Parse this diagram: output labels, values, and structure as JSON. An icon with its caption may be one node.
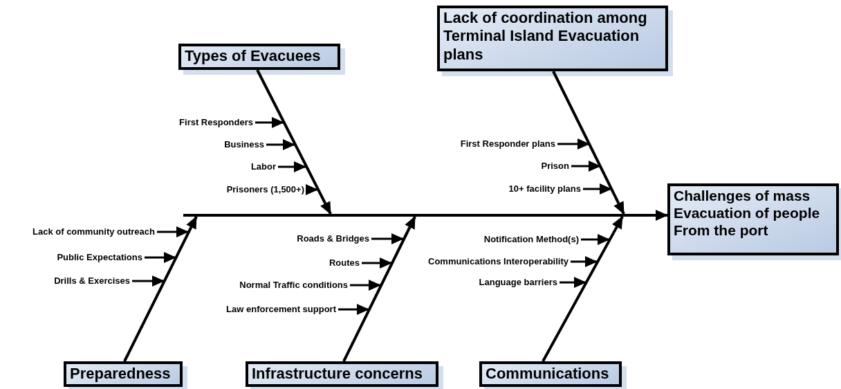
{
  "diagram": {
    "nodes": [
      {
        "text": [
          "Types of Evacuees"
        ]
      },
      {
        "text": [
          "Lack of coordination among Terminal Island Evacuation plans"
        ]
      },
      {
        "text": [
          "First Responders"
        ]
      },
      {
        "text": [
          "Business"
        ]
      },
      {
        "text": [
          "Labor"
        ]
      },
      {
        "text": [
          "Prisoners (1,500+)"
        ]
      },
      {
        "text": [
          "First Responder plans"
        ]
      },
      {
        "text": [
          "Prison"
        ]
      },
      {
        "text": [
          "10+ facility plans"
        ]
      },
      {
        "text": [
          "Challenges of mass Evacuation of people From the port"
        ]
      },
      {
        "text": [],
        "shape": "bar"
      },
      {
        "text": [
          "Lack of community outreach"
        ]
      },
      {
        "text": [
          "Public Expectations"
        ]
      },
      {
        "text": [
          "Drills & Exercises"
        ]
      },
      {
        "text": [
          "Roads & Bridges"
        ]
      },
      {
        "text": [
          "Routes"
        ]
      },
      {
        "text": [
          "Normal Traffic conditions"
        ]
      },
      {
        "text": [
          "Law enforcement support"
        ]
      },
      {
        "text": [
          "Notification Method(s)"
        ]
      },
      {
        "text": [
          "Communications Interoperability"
        ]
      },
      {
        "text": [
          "Language barriers"
        ]
      },
      {
        "text": [
          "Preparedness"
        ]
      },
      {
        "text": [
          "Infrastructure concerns"
        ]
      },
      {
        "text": [
          "Communications"
        ]
      },
      {
        "text": [],
        "shape": "bar"
      },
      {
        "text": [],
        "shape": "bar"
      },
      {
        "text": [],
        "shape": "bar"
      },
      {
        "text": [],
        "shape": "bar"
      },
      {
        "text": [],
        "shape": "bar"
      }
    ],
    "edges": [
      {
        "from": 24,
        "to": 10,
        "arrow": "to"
      },
      {
        "from": 25,
        "to": 10,
        "arrow": "to"
      },
      {
        "from": 26,
        "to": 10,
        "arrow": "to"
      },
      {
        "from": 27,
        "to": 10,
        "arrow": "to"
      },
      {
        "from": 28,
        "to": 10,
        "arrow": "to"
      },
      {
        "from": 10,
        "to": 9,
        "arrow": "to"
      },
      {
        "from": 2,
        "to": 24,
        "arrow": "to"
      },
      {
        "from": 3,
        "to": 24,
        "arrow": "to"
      },
      {
        "from": 4,
        "to": 24,
        "arrow": "to"
      },
      {
        "from": 5,
        "to": 24,
        "arrow": "to"
      },
      {
        "from": 6,
        "to": 25,
        "arrow": "to"
      },
      {
        "from": 7,
        "to": 25,
        "arrow": "to"
      },
      {
        "from": 8,
        "to": 25,
        "arrow": "to"
      },
      {
        "from": 11,
        "to": 26,
        "arrow": "to"
      },
      {
        "from": 12,
        "to": 26,
        "arrow": "to"
      },
      {
        "from": 13,
        "to": 26,
        "arrow": "to"
      },
      {
        "from": 14,
        "to": 27,
        "arrow": "to"
      },
      {
        "from": 15,
        "to": 27,
        "arrow": "to"
      },
      {
        "from": 16,
        "to": 27,
        "arrow": "to"
      },
      {
        "from": 17,
        "to": 27,
        "arrow": "to"
      },
      {
        "from": 18,
        "to": 28,
        "arrow": "to"
      },
      {
        "from": 19,
        "to": 28,
        "arrow": "to"
      },
      {
        "from": 20,
        "to": 28,
        "arrow": "to"
      }
    ]
  }
}
